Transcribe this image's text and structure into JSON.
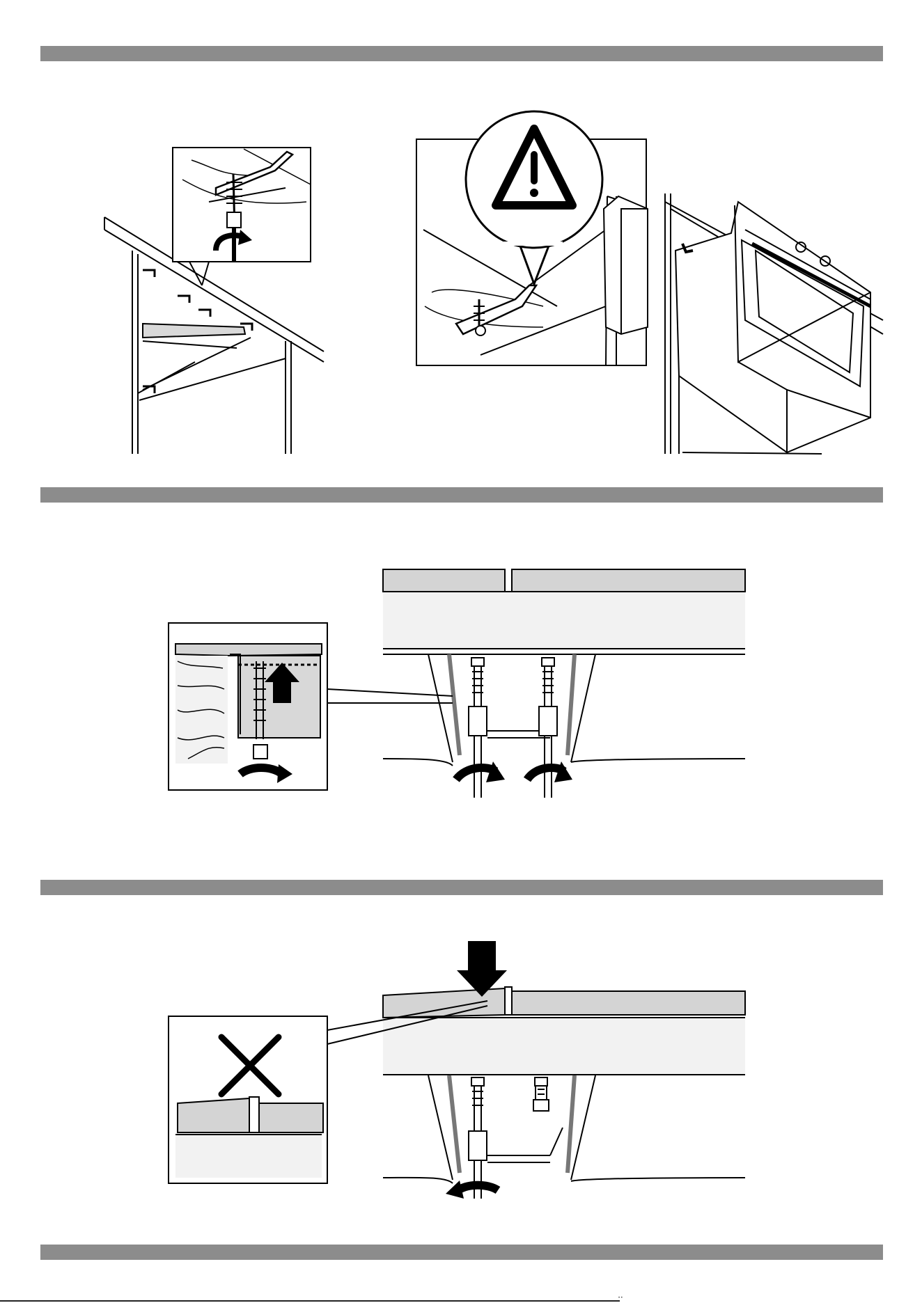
{
  "page": {
    "background": "#ffffff",
    "bar_color": "#8c8c8c"
  },
  "section_bars": [
    {
      "name": "section-bar-1"
    },
    {
      "name": "section-bar-2"
    },
    {
      "name": "section-bar-3"
    },
    {
      "name": "section-bar-4"
    }
  ],
  "figures": [
    {
      "name": "oven-mounting-clips-cabinet",
      "icons": [
        "mounting-clip-icon",
        "screwdriver-icon",
        "rotate-arrow-icon"
      ]
    },
    {
      "name": "warning-clip-oven-insertion",
      "icons": [
        "warning-triangle-icon",
        "mounting-clip-icon",
        "oven-icon"
      ]
    },
    {
      "name": "height-adjustment-screws",
      "icons": [
        "up-arrow-icon",
        "rotate-arrow-icon",
        "adjustment-screw-icon"
      ]
    },
    {
      "name": "incorrect-alignment",
      "icons": [
        "cross-icon",
        "down-arrow-icon",
        "rotate-arrow-icon"
      ]
    }
  ],
  "footer": {
    "mark": "• •"
  }
}
